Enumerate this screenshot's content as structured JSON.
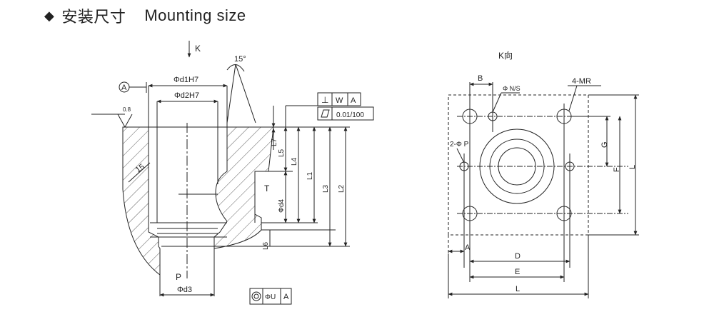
{
  "header": {
    "title_cn": "安装尺寸",
    "title_en": "Mounting size"
  },
  "section_view": {
    "view_arrow": "K",
    "datum": "A",
    "angle_top": "15°",
    "angle_left": "15",
    "roughness_left": "0.8",
    "roughness_small": "0.8",
    "dim_d1": "Φd1H7",
    "dim_d2": "Φd2H7",
    "dim_d3": "Φd3",
    "dim_d4": "Φd4",
    "label_T": "T",
    "label_P": "P",
    "L7": "L7",
    "L5": "L5",
    "L4": "L4",
    "L1": "L1",
    "L3": "L3",
    "L2": "L2",
    "L6": "L6",
    "tol_perp_symbol": "⊥",
    "tol_perp_ref1": "W",
    "tol_perp_ref2": "A",
    "tol_flat_value": "0.01/100",
    "tol_coax_value": "ΦU",
    "tol_coax_ref": "A"
  },
  "k_view": {
    "title": "K向",
    "B": "B",
    "N_S": "Φ N/S",
    "four_MR": "4-MR",
    "two_P": "2-Φ P",
    "G": "G",
    "F": "F",
    "L": "L",
    "A": "A",
    "D": "D",
    "E": "E",
    "L_bottom": "L"
  }
}
